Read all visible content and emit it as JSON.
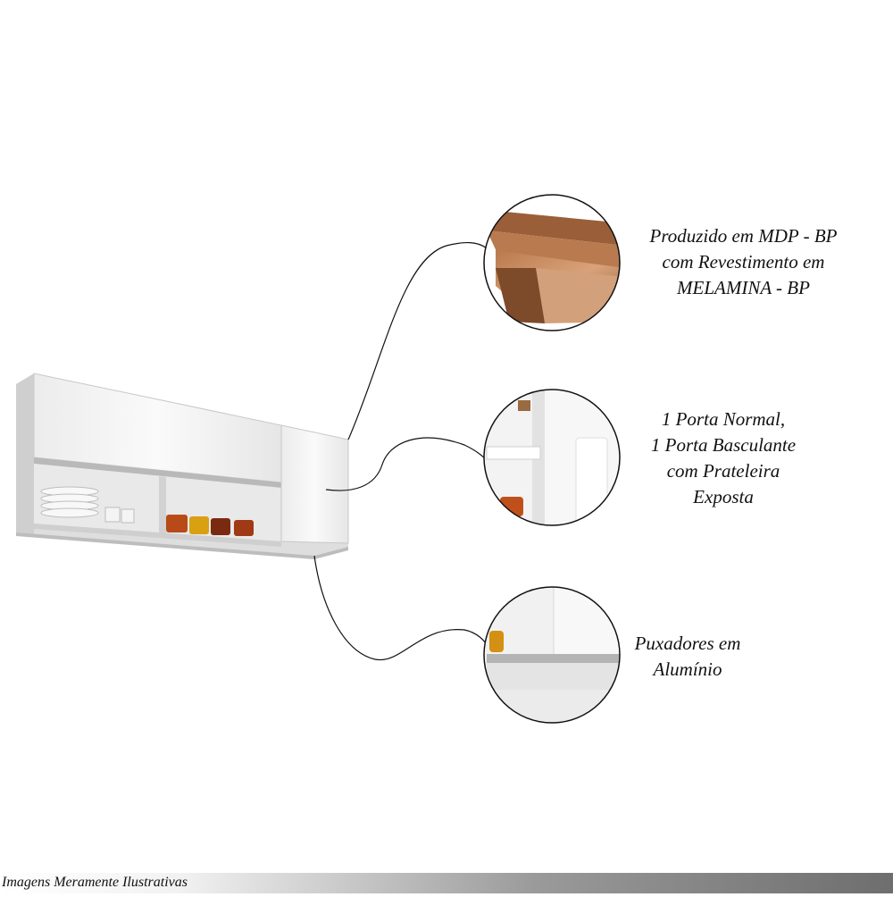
{
  "callouts": [
    {
      "id": "material",
      "lines": [
        "Produzido em MDP - BP",
        "com Revestimento em",
        "MELAMINA - BP"
      ],
      "icon": "wood-board-icon"
    },
    {
      "id": "doors",
      "lines": [
        "1 Porta Normal,",
        "1 Porta Basculante",
        "com Prateleira",
        "Exposta"
      ],
      "icon": "shelf-detail-icon"
    },
    {
      "id": "handles",
      "lines": [
        "Puxadores em",
        "Alumínio"
      ],
      "icon": "handle-detail-icon"
    }
  ],
  "footer": {
    "disclaimer": "Imagens Meramente Ilustrativas"
  },
  "colors": {
    "cabinet_white": "#f2f2f2",
    "cabinet_shadow": "#d4d4d4",
    "wood_light": "#c58a5c",
    "wood_dark": "#8a5430",
    "line": "#111111"
  }
}
